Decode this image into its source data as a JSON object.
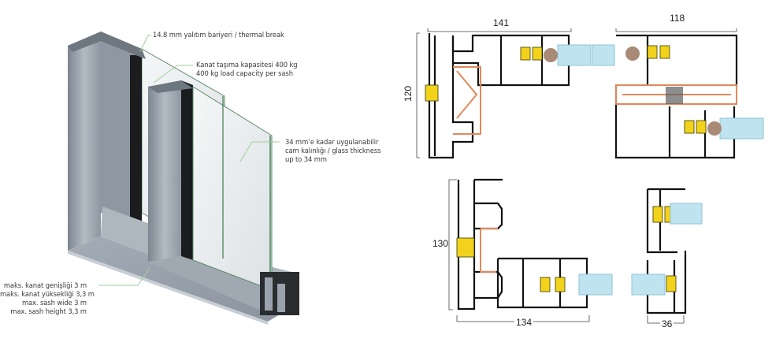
{
  "render_3d": {
    "title": "Sliding window system render",
    "callouts": [
      {
        "id": "thermal-break",
        "lines": [
          "14.8 mm yalıtım bariyeri / thermal break"
        ]
      },
      {
        "id": "load-capacity",
        "lines": [
          "Kanat taşıma kapasitesi 400 kg",
          "400 kg load capacity per sash"
        ]
      },
      {
        "id": "glass-thickness",
        "lines": [
          "34 mm’e kadar uygulanabilir",
          "cam kalınlığı / glass thickness",
          "up to 34 mm"
        ]
      },
      {
        "id": "sash-size",
        "lines": [
          "maks. kanat genişliği 3 m",
          "maks. kanat yüksekliği 3,3 m",
          "max. sash wide 3 m",
          "max. sash height 3,3 m"
        ]
      }
    ]
  },
  "sections": [
    {
      "id": "section-top-left",
      "dimensions": {
        "width": "141",
        "height": "120"
      }
    },
    {
      "id": "section-top-right",
      "dimensions": {
        "width": "118"
      }
    },
    {
      "id": "section-bottom-left",
      "dimensions": {
        "width": "134",
        "height": "130"
      }
    },
    {
      "id": "section-bottom-right",
      "dimensions": {
        "width": "36"
      }
    }
  ],
  "colors": {
    "aluminium": "#9aa3ad",
    "profile_line": "#111111",
    "thermal_break": "#e0895a",
    "gasket": "#f2d21b",
    "glass": "#bfe3ef",
    "callout_line": "#9ccf9c"
  }
}
